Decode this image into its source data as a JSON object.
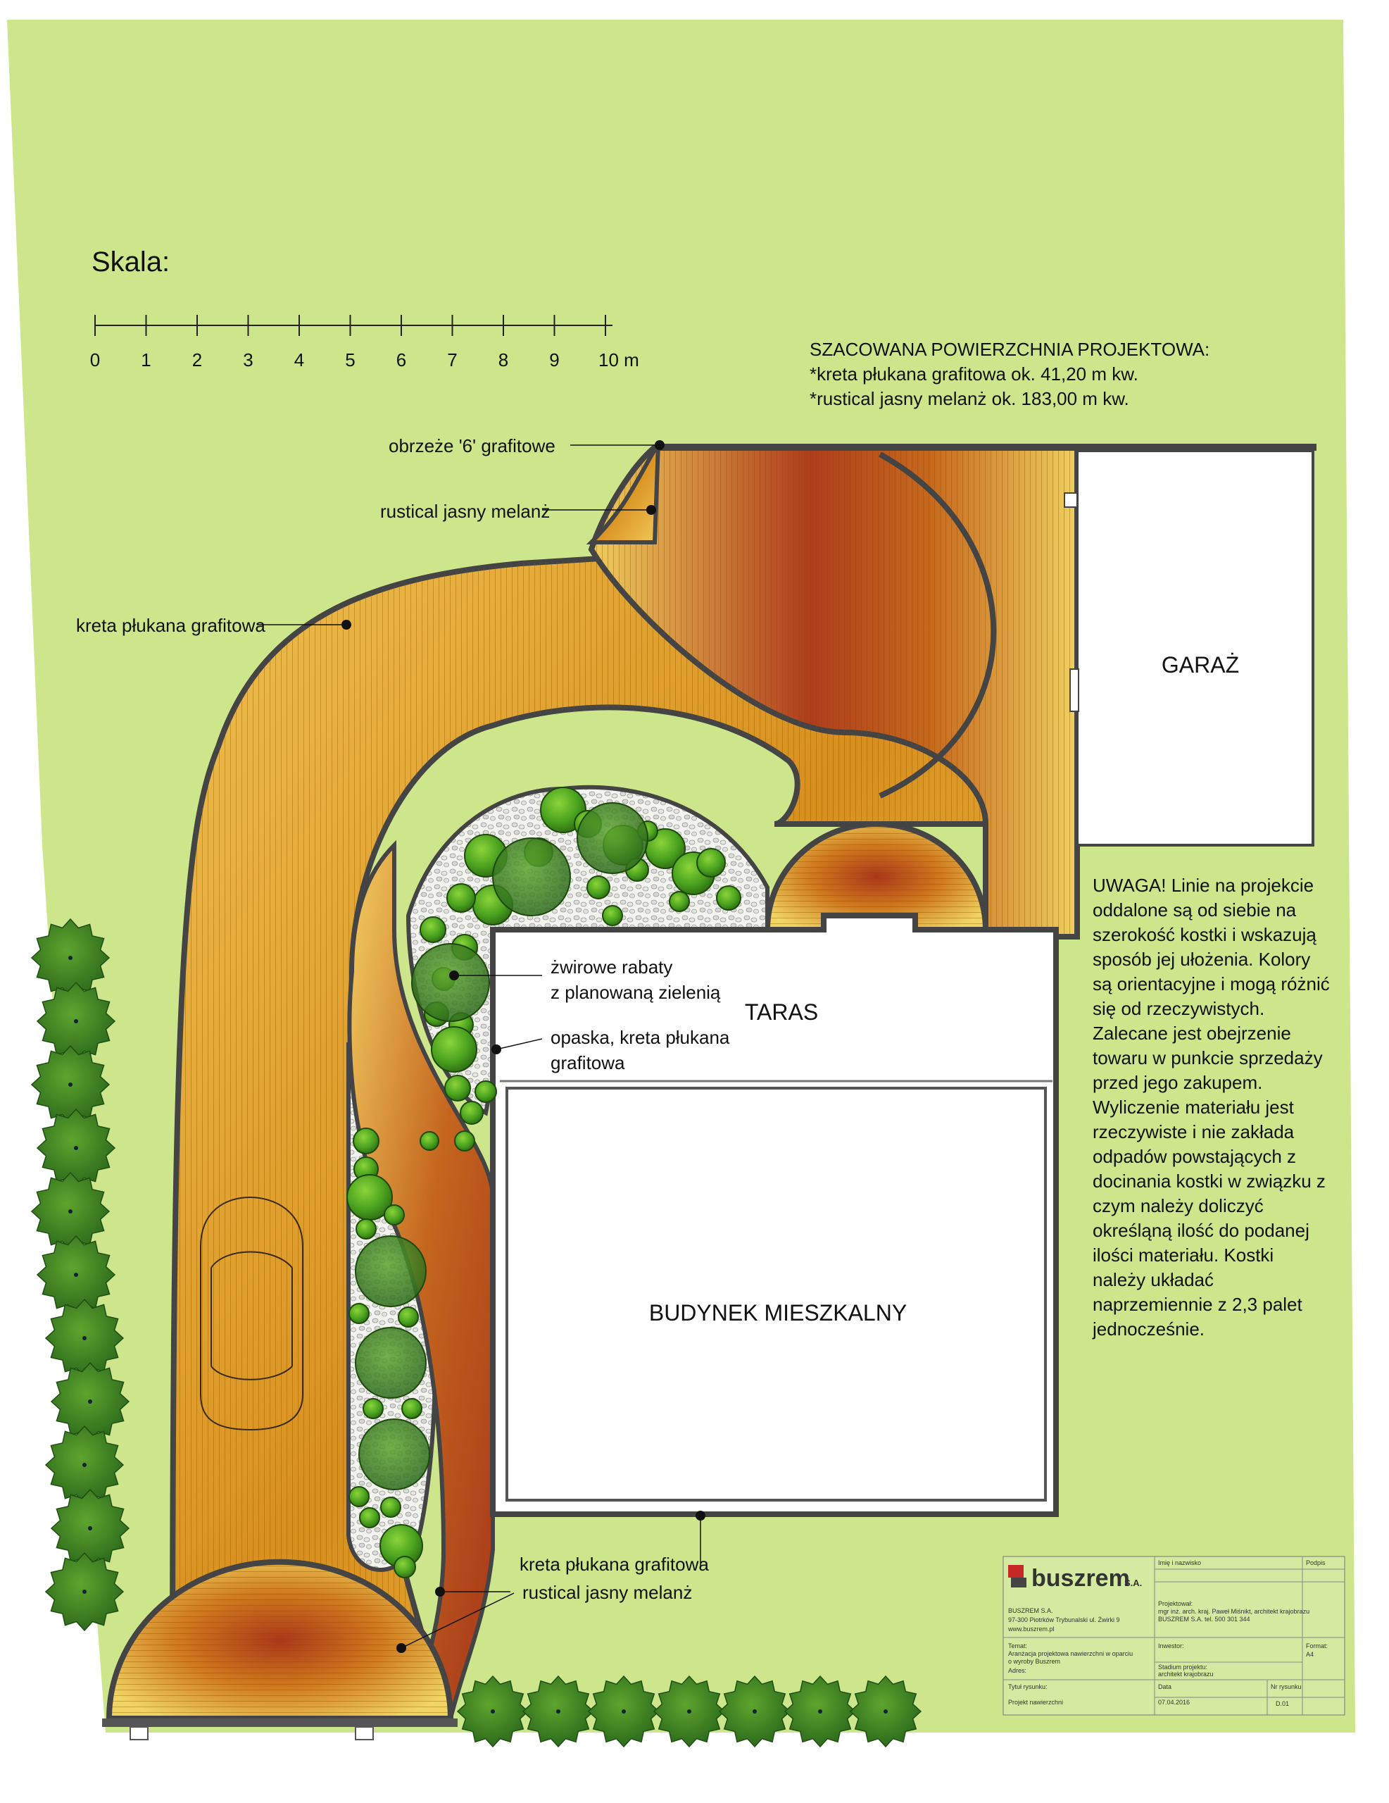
{
  "scale": {
    "title": "Skala:",
    "ticks": [
      "0",
      "1",
      "2",
      "3",
      "4",
      "5",
      "6",
      "7",
      "8",
      "9",
      "10 m"
    ]
  },
  "area": {
    "title": "SZACOWANA POWIERZCHNIA PROJEKTOWA:",
    "line1": "*kreta płukana grafitowa ok. 41,20 m kw.",
    "line2": "*rustical jasny melanż ok. 183,00 m kw."
  },
  "labels": {
    "obrzeze": "obrzeże '6' grafitowe",
    "rustical_top": "rustical jasny melanż",
    "kreta_top": "kreta płukana grafitowa",
    "zwirowe1": "żwirowe rabaty",
    "zwirowe2": "z planowaną zielenią",
    "opaska1": "opaska, kreta płukana",
    "opaska2": "grafitowa",
    "kreta_bottom": "kreta płukana grafitowa",
    "rustical_bottom": "rustical jasny melanż"
  },
  "buildings": {
    "garage": "GARAŻ",
    "terrace": "TARAS",
    "house": "BUDYNEK MIESZKALNY"
  },
  "warning": [
    "UWAGA! Linie na projekcie",
    "oddalone są od siebie na",
    "szerokość kostki i wskazują",
    "sposób jej ułożenia. Kolory",
    "są orientacyjne i mogą różnić",
    "się od rzeczywistych.",
    "Zalecane jest obejrzenie",
    "towaru w punkcie sprzedaży",
    "przed jego zakupem.",
    "Wyliczenie materiału jest",
    "rzeczywiste i nie zakłada",
    "odpadów powstających z",
    "docinania kostki w związku z",
    "czym należy doliczyć",
    "określąną ilość do podanej",
    "ilości materiału. Kostki",
    "należy układać",
    "naprzemiennie z 2,3 palet",
    "jednocześnie."
  ],
  "titleblock": {
    "logo": "buszrem",
    "logo_suffix": "S.A.",
    "company": "BUSZREM S.A.",
    "address": "97-300 Piotrków Trybunalski ul. Żwirki 9",
    "web": "www.buszrem.pl",
    "imie": "Imię i nazwisko",
    "podpis": "Podpis",
    "projektowal": "Projektował:",
    "designer": "mgr inż. arch. kraj.  Paweł Miśnikt, architekt krajobrazu",
    "designer2": "BUSZREM S.A. tel. 500 301 344",
    "temat": "Temat:",
    "temat_text1": "Aranżacja projektowa nawierzchni w oparciu",
    "temat_text2": "o wyroby Buszrem",
    "adres": "Adres:",
    "inwestor": "Inwestor:",
    "format": "Format:",
    "format_val": "A4",
    "stadium": "Stadium projektu:",
    "stadium_val": "architekt krajobrazu",
    "tytul": "Tytuł rysunku:",
    "tytul_val": "Projekt nawierzchni",
    "data": "Data",
    "data_val": "07.04.2016",
    "nr": "Nr rysunku",
    "nr_val": "D.01"
  }
}
